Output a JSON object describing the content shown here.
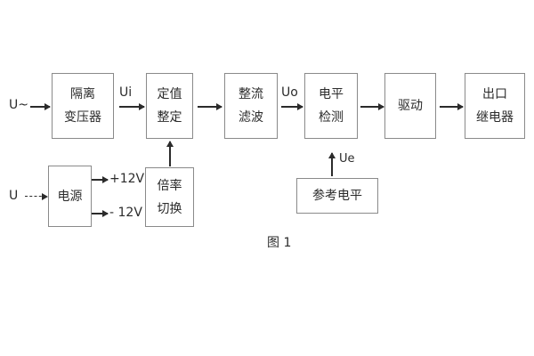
{
  "figure": {
    "caption": "图 1",
    "background_color": "#ffffff",
    "box_border_color": "#8a8a8a",
    "line_color": "#2b2b2b"
  },
  "blocks": [
    {
      "id": "isolation-transformer",
      "line1": "隔离",
      "line2": "变压器"
    },
    {
      "id": "setting-value",
      "line1": "定值",
      "line2": "整定"
    },
    {
      "id": "rectify-filter",
      "line1": "整流",
      "line2": "滤波"
    },
    {
      "id": "level-detection",
      "line1": "电平",
      "line2": "检测"
    },
    {
      "id": "drive",
      "line1": "驱动",
      "line2": ""
    },
    {
      "id": "output-relay",
      "line1": "出口",
      "line2": "继电器"
    },
    {
      "id": "power-supply",
      "line1": "电源",
      "line2": ""
    },
    {
      "id": "multiplier-switch",
      "line1": "倍率",
      "line2": "切换"
    },
    {
      "id": "reference-level",
      "line1": "参考电平",
      "line2": ""
    }
  ],
  "signals": {
    "input_ac": "U~",
    "input_dc": "U",
    "ui": "Ui",
    "uo": "Uo",
    "ue": "Ue",
    "rail_positive": "+12V",
    "rail_negative": "- 12V"
  }
}
